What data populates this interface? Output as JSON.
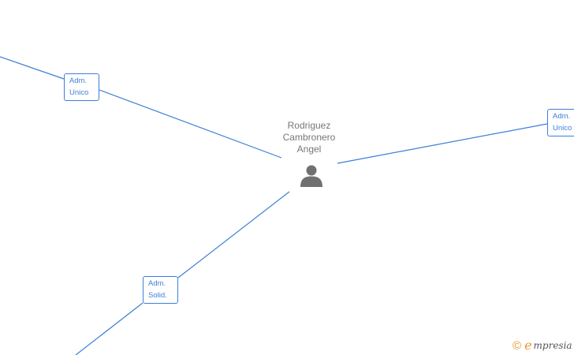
{
  "person": {
    "name_lines": [
      "Rodriguez",
      "Cambronero",
      "Angel"
    ],
    "icon": "person-icon"
  },
  "roles": [
    {
      "line1": "Adm.",
      "line2": "Unico"
    },
    {
      "line1": "Adm.",
      "line2": "Unico"
    },
    {
      "line1": "Adm.",
      "line2": "Solid."
    }
  ],
  "watermark": {
    "symbol": "©",
    "brand_first": "e",
    "brand_rest": "mpresia"
  },
  "colors": {
    "edge": "#3d7fd8",
    "name_text": "#777777",
    "brand_accent": "#e6962a"
  }
}
